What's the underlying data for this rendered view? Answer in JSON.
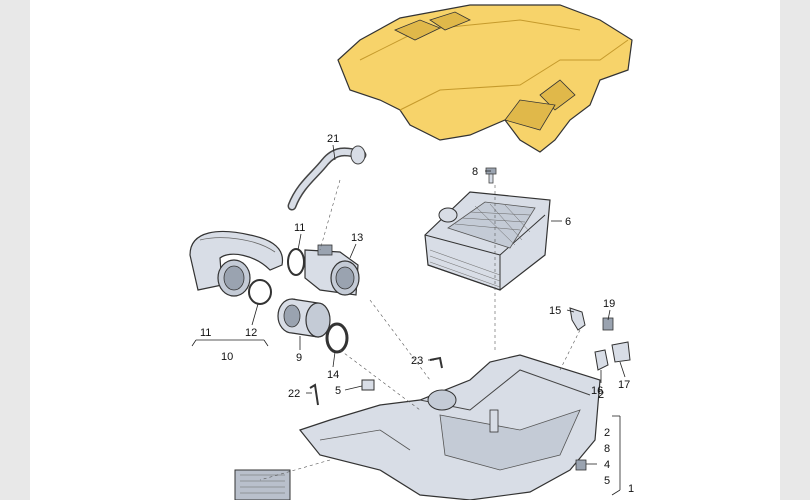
{
  "colors": {
    "background": "#e8e8e8",
    "panel": "#ffffff",
    "engine_cover": "#f7d36a",
    "engine_cover_shadow": "#e0b84a",
    "part_fill": "#d8dde6",
    "part_stroke": "#444444",
    "part_dark": "#9aa3b0"
  },
  "callouts": {
    "c21": "21",
    "c8a": "8",
    "c6": "6",
    "c11a": "11",
    "c13": "13",
    "c11b": "11",
    "c12": "12",
    "c10": "10",
    "c9": "9",
    "c14": "14",
    "c15": "15",
    "c19": "19",
    "c16": "16",
    "c17": "17",
    "c23": "23",
    "c22": "22",
    "c5a": "5",
    "c2a": "2",
    "c2b": "2",
    "c8b": "8",
    "c4": "4",
    "c5b": "5",
    "c1": "1"
  }
}
